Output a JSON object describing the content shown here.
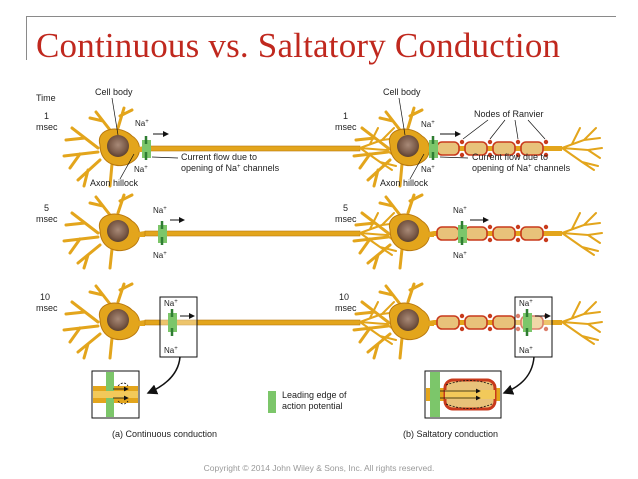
{
  "title": "Continuous vs. Saltatory Conduction",
  "copyright": "Copyright © 2014 John Wiley & Sons, Inc. All rights reserved.",
  "colors": {
    "title": "#c0281e",
    "neuron": "#e3a51c",
    "neuron_dark": "#b9780c",
    "cell_body": "#8a6a58",
    "myelin": "#c83a1c",
    "action_potential": "#7cc66a",
    "channel": "#2e7d32"
  },
  "labels": {
    "time": "Time",
    "cell_body": "Cell body",
    "axon_hillock": "Axon hillock",
    "na": "Na",
    "plus": "+",
    "current_line1": "Current flow due to",
    "current_line2_pre": "opening of Na",
    "current_line2_post": " channels",
    "nodes_of_ranvier": "Nodes of Ranvier",
    "legend_line1": "Leading edge of",
    "legend_line2": "action potential",
    "caption_a": "(a) Continuous conduction",
    "caption_b": "(b) Saltatory conduction"
  },
  "time_points": [
    {
      "value": "1",
      "unit": "msec"
    },
    {
      "value": "5",
      "unit": "msec"
    },
    {
      "value": "10",
      "unit": "msec"
    }
  ]
}
